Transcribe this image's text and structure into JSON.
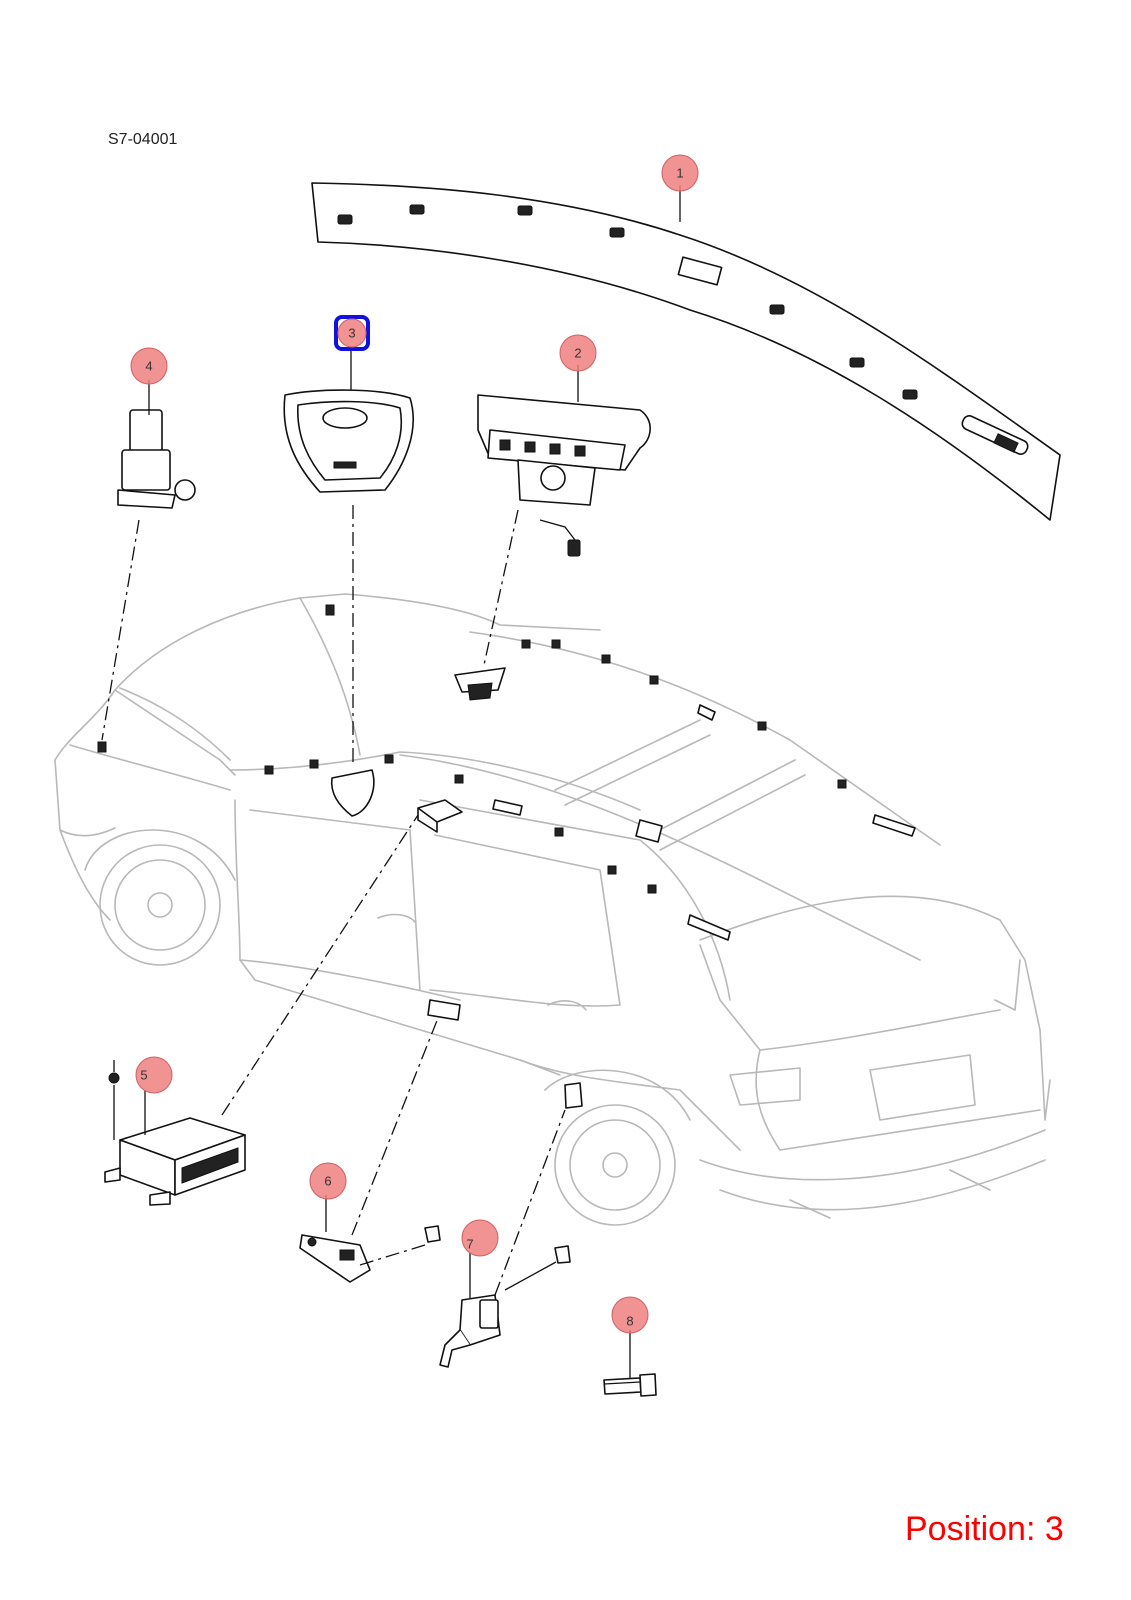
{
  "diagram_code": "S7-04001",
  "position_label": "Position: 3",
  "selected_callout": "3",
  "accent_color": "#ff0000",
  "callout_color": "#f08080",
  "selection_color": "#1010e0",
  "callouts": [
    {
      "id": "1",
      "label": "1"
    },
    {
      "id": "2",
      "label": "2"
    },
    {
      "id": "3",
      "label": "3"
    },
    {
      "id": "4",
      "label": "4"
    },
    {
      "id": "5",
      "label": "5"
    },
    {
      "id": "6",
      "label": "6"
    },
    {
      "id": "7",
      "label": "7"
    },
    {
      "id": "8",
      "label": "8"
    }
  ]
}
